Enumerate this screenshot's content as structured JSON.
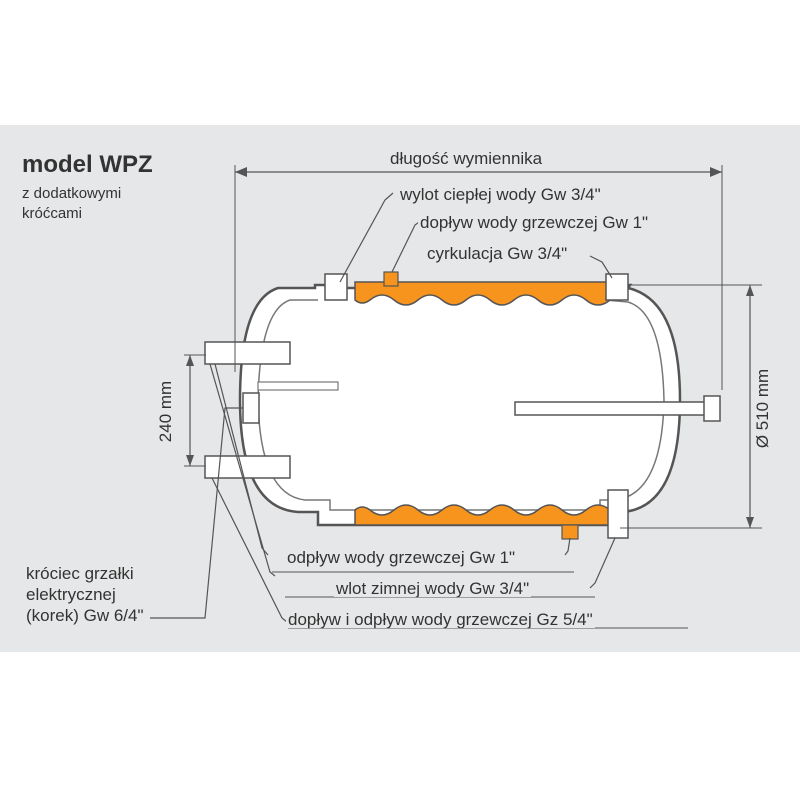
{
  "model": {
    "title": "model WPZ",
    "subtitle_line1": "z dodatkowymi",
    "subtitle_line2": "króćcami"
  },
  "dimensions": {
    "length": "długość wymiennika",
    "height": "240 mm",
    "diameter": "Ø 510 mm"
  },
  "connections_top": {
    "hot_water_outlet": "wylot ciepłej wody Gw 3/4\"",
    "heating_water_inlet": "dopływ wody grzewczej Gw 1\"",
    "circulation": "cyrkulacja Gw 3/4\""
  },
  "connections_bottom": {
    "heating_water_outlet": "odpływ wody grzewczej Gw 1\"",
    "cold_water_inlet": "wlot zimnej wody Gw 3/4\"",
    "heating_in_out": "dopływ i odpływ wody grzewczej Gz 5/4\""
  },
  "heater": {
    "line1": "króciec grzałki",
    "line2": "elektrycznej",
    "line3": "(korek) Gw 6/4\""
  },
  "colors": {
    "background": "#e6e7e8",
    "tank_fill": "#ffffff",
    "coil_orange": "#f7941d",
    "line": "#4d4d4d",
    "text": "#333333"
  }
}
